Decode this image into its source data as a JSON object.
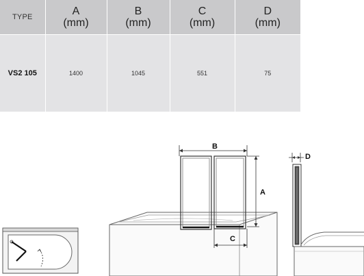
{
  "table": {
    "headers": [
      {
        "letter": "TYPE",
        "unit": ""
      },
      {
        "letter": "A",
        "unit": "(mm)"
      },
      {
        "letter": "B",
        "unit": "(mm)"
      },
      {
        "letter": "C",
        "unit": "(mm)"
      },
      {
        "letter": "D",
        "unit": "(mm)"
      }
    ],
    "rows": [
      {
        "type": "VS2 105",
        "a": "1400",
        "b": "1045",
        "c": "551",
        "d": "75"
      }
    ]
  },
  "diagram": {
    "label_a": "A",
    "label_b": "B",
    "label_c": "C",
    "label_d": "D"
  }
}
